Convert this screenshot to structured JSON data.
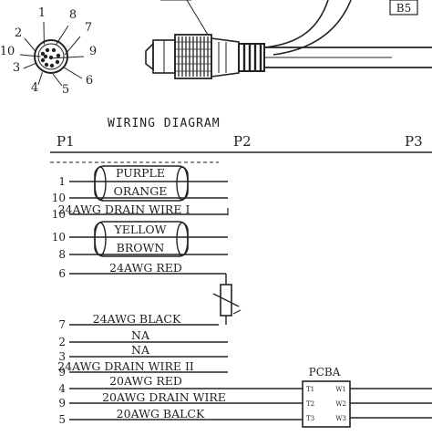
{
  "connector": {
    "pins": [
      "1",
      "2",
      "3",
      "4",
      "5",
      "6",
      "7",
      "8",
      "9",
      "10"
    ]
  },
  "top_label": "B5",
  "title": "WIRING DIAGRAM",
  "columns": {
    "p1": "P1",
    "p2": "P2",
    "p3": "P3"
  },
  "wires": [
    {
      "pin": "1",
      "label": "PURPLE"
    },
    {
      "pin": "10",
      "label": "ORANGE"
    },
    {
      "pin": "10",
      "label": "24AWG DRAIN WIRE I"
    },
    {
      "pin": "10",
      "label": "YELLOW"
    },
    {
      "pin": "8",
      "label": "BROWN"
    },
    {
      "pin": "6",
      "label": "24AWG RED"
    },
    {
      "pin": "7",
      "label": "24AWG BLACK"
    },
    {
      "pin": "2",
      "label": "NA"
    },
    {
      "pin": "3",
      "label": "NA"
    },
    {
      "pin": "9",
      "label": "24AWG DRAIN WIRE II"
    },
    {
      "pin": "4",
      "label": "20AWG RED"
    },
    {
      "pin": "9",
      "label": "20AWG DRAIN WIRE"
    },
    {
      "pin": "5",
      "label": "20AWG BALCK"
    }
  ],
  "pcba": {
    "label": "PCBA",
    "left_pins": [
      "T1",
      "T2",
      "T3"
    ],
    "right_pins": [
      "W1",
      "W2",
      "W3"
    ]
  }
}
